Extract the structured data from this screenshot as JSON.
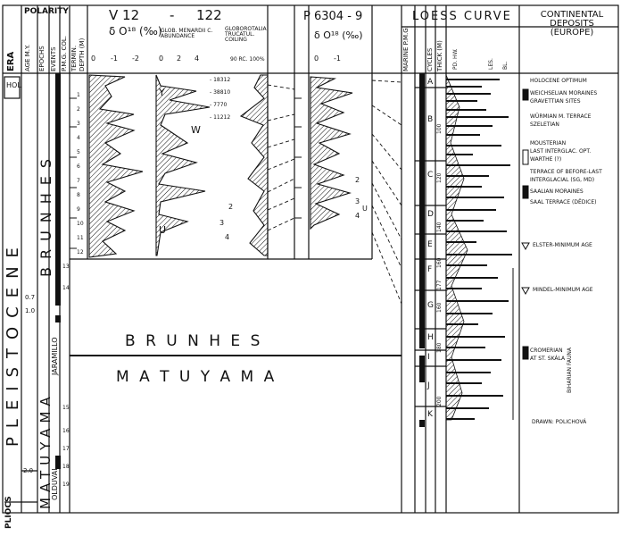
{
  "header": {
    "era": "ERA",
    "polarity": "POLARITY",
    "age_my": "AGE M.Y.",
    "epochs": "EPOCHS",
    "events": "EVENTS",
    "pmg_col": "P.M.G. COL.",
    "termin": "TERMIN.",
    "depth": "DEPTH (M)",
    "marine_pmg": "MARINE P.M.G.",
    "cycles": "CYCLES",
    "thick": "THICK (M)"
  },
  "core_v12": {
    "title_left": "V 12",
    "dash": "-",
    "title_right": "122",
    "delta": "δ O¹⁸ (‰)",
    "menardii_label": "GLOB. MENARDII C. ABUNDANCE",
    "globorotalia_label": "GLOBOROTALIA TRUCATUL. COILING",
    "coiling_units": "90 RC. 100%",
    "ticks_delta": [
      "0",
      "-1",
      "-2"
    ],
    "ticks_menardii": [
      "0",
      "2",
      "4"
    ],
    "zone_y": "Y",
    "zone_w": "W",
    "zone_u": "U",
    "dates": [
      "- 18312",
      "- 38810",
      "- 7770",
      "- 11212"
    ],
    "stages": [
      "2",
      "3",
      "4"
    ]
  },
  "core_p6304": {
    "title": "P 6304 - 9",
    "delta": "δ O¹⁸ (‰)",
    "ticks": [
      "0",
      "-1"
    ],
    "stages": [
      "2",
      "3",
      "4",
      "U"
    ]
  },
  "loess": {
    "title": "LOESS CURVE",
    "cycles": [
      "A",
      "B",
      "C",
      "D",
      "E",
      "F",
      "G",
      "H",
      "I",
      "J",
      "K"
    ],
    "thick": [
      "100",
      "120",
      "140",
      "160",
      "177",
      "160",
      "180",
      "200"
    ],
    "col_labels": [
      "PD. HW.",
      "LES.",
      "BL."
    ]
  },
  "continental": {
    "title": "CONTINENTAL DEPOSITS (EUROPE)",
    "entries": [
      "HOLOCENE OPTIMUM",
      "WEICHSELIAN MORAINES",
      "GRAVETTIAN SITES",
      "WÜRMIAN M. TERRACE",
      "SZELETIAN",
      "MOUSTERIAN",
      "LAST INTERGLAC. OPT.",
      "WARTHE (?)",
      "TERRACE OF BEFORE-LAST",
      "INTERGLACIAL (SG, MD)",
      "SAALIAN MORAINES",
      "SAAL TERRACE (DĚDICE)",
      "ELSTER-MINIMUM AGE",
      "MINDEL-MINIMUM AGE",
      "CROMERIAN",
      "AT ST. SKÁLA",
      "BIHARIAN FAUNA",
      "DRAWN: POLICHOVÁ"
    ]
  },
  "left": {
    "hol": "HOL",
    "pleistocene": "PLEISTOCENE",
    "pliocene": "PLIOCS",
    "brunhes": "BRUNHES",
    "matuyama": "MATUYAMA",
    "jaramillo": "JARAMILLO",
    "olduvai": "OLDUVAI",
    "age_07": "0.7",
    "age_10": "1.0",
    "age_20": "2.0",
    "depth_numbers": [
      "1",
      "2",
      "3",
      "4",
      "5",
      "6",
      "7",
      "8",
      "9",
      "10",
      "11",
      "12",
      "13",
      "14",
      "15",
      "16",
      "17",
      "18",
      "19"
    ]
  },
  "center": {
    "brunhes": "B R U N H E S",
    "matuyama": "M A T U Y A M A"
  }
}
